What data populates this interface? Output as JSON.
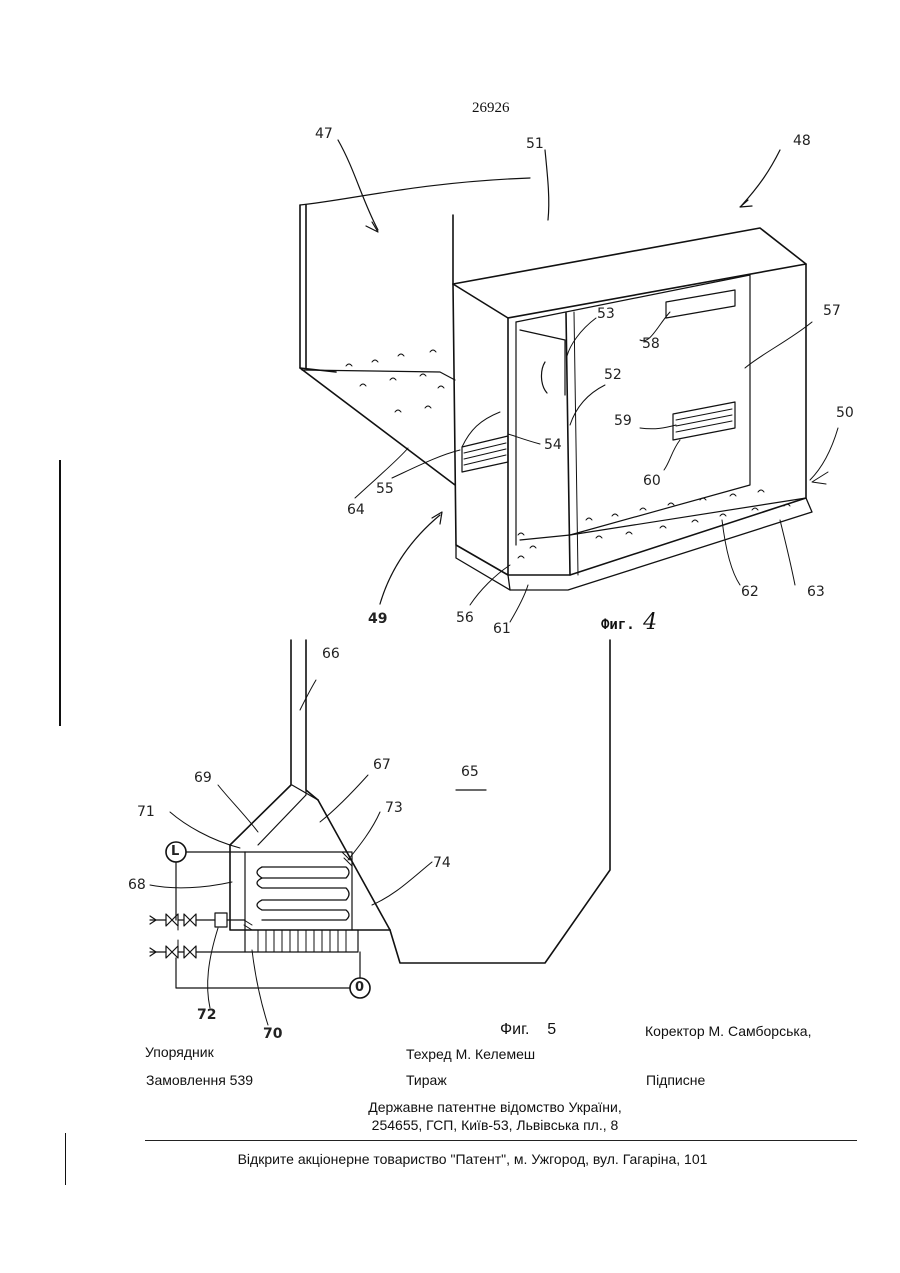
{
  "page_number": "26926",
  "figures": {
    "fig4": {
      "caption_prefix": "Фиг.",
      "caption_number": "4",
      "labels": [
        "47",
        "51",
        "48",
        "53",
        "58",
        "57",
        "52",
        "54",
        "59",
        "50",
        "55",
        "60",
        "64",
        "49",
        "56",
        "61",
        "62",
        "63"
      ]
    },
    "fig5": {
      "caption": "Фиг.    5",
      "labels": [
        "66",
        "69",
        "67",
        "65",
        "71",
        "73",
        "68",
        "74",
        "72",
        "70"
      ],
      "instrument_symbols": [
        "L",
        "0"
      ]
    }
  },
  "credits": {
    "compiler": "Упорядник",
    "tech_editor": "Техред М. Келемеш",
    "proofreader": "Коректор М. Самборська,",
    "order": "Замовлення 539",
    "circulation": "Тираж",
    "subscription": "Підписне"
  },
  "imprint": {
    "line1": "Державне патентне відомство України,",
    "line2": "254655, ГСП, Київ-53, Львівська пл., 8"
  },
  "publisher": "Відкрите акціонерне товариство \"Патент\", м. Ужгород, вул. Гагаріна, 101"
}
